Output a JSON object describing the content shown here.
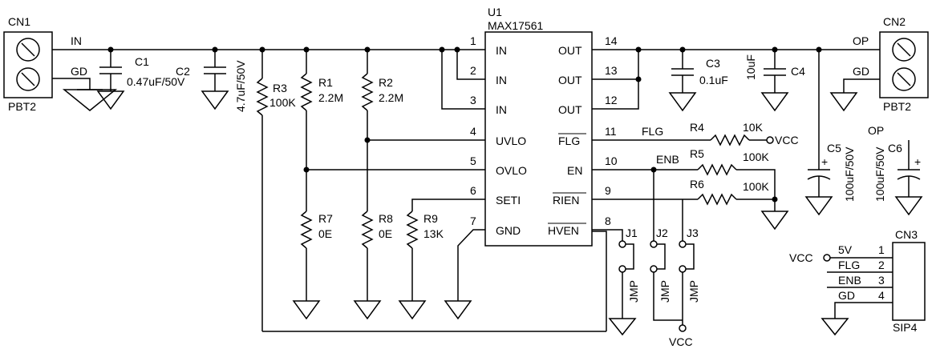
{
  "ic": {
    "ref": "U1",
    "part": "MAX17561",
    "left_pins": [
      {
        "num": "1",
        "name": "IN"
      },
      {
        "num": "2",
        "name": "IN"
      },
      {
        "num": "3",
        "name": "IN"
      },
      {
        "num": "4",
        "name": "UVLO"
      },
      {
        "num": "5",
        "name": "OVLO"
      },
      {
        "num": "6",
        "name": "SETI"
      },
      {
        "num": "7",
        "name": "GND"
      }
    ],
    "right_pins": [
      {
        "num": "14",
        "name": "OUT"
      },
      {
        "num": "13",
        "name": "OUT"
      },
      {
        "num": "12",
        "name": "OUT"
      },
      {
        "num": "11",
        "name": "FLG"
      },
      {
        "num": "10",
        "name": "EN"
      },
      {
        "num": "9",
        "name": "RIEN"
      },
      {
        "num": "8",
        "name": "HVEN"
      }
    ]
  },
  "connectors": {
    "cn1": {
      "ref": "CN1",
      "type": "PBT2",
      "pin_in": "IN",
      "pin_gd": "GD"
    },
    "cn2": {
      "ref": "CN2",
      "type": "PBT2",
      "pin_op": "OP",
      "pin_gd": "GD"
    },
    "cn3": {
      "ref": "CN3",
      "type": "SIP4",
      "vcc": "VCC",
      "pins": [
        {
          "num": "1",
          "name": "5V"
        },
        {
          "num": "2",
          "name": "FLG"
        },
        {
          "num": "3",
          "name": "ENB"
        },
        {
          "num": "4",
          "name": "GD"
        }
      ]
    }
  },
  "capacitors": {
    "c1": {
      "ref": "C1",
      "value": "0.47uF/50V"
    },
    "c2": {
      "ref": "C2",
      "value": "4.7uF/50V"
    },
    "c3": {
      "ref": "C3",
      "value": "0.1uF"
    },
    "c4": {
      "ref": "C4",
      "value": "10uF"
    },
    "c5": {
      "ref": "C5",
      "value": "100uF/50V"
    },
    "c6": {
      "ref": "C6",
      "value": "100uF/50V"
    }
  },
  "resistors": {
    "r1": {
      "ref": "R1",
      "value": "2.2M"
    },
    "r2": {
      "ref": "R2",
      "value": "2.2M"
    },
    "r3": {
      "ref": "R3",
      "value": "100K"
    },
    "r4": {
      "ref": "R4",
      "value": "10K"
    },
    "r5": {
      "ref": "R5",
      "value": "100K"
    },
    "r6": {
      "ref": "R6",
      "value": "100K"
    },
    "r7": {
      "ref": "R7",
      "value": "0E"
    },
    "r8": {
      "ref": "R8",
      "value": "0E"
    },
    "r9": {
      "ref": "R9",
      "value": "13K"
    }
  },
  "jumpers": {
    "j1": {
      "ref": "J1",
      "type": "JMP"
    },
    "j2": {
      "ref": "J2",
      "type": "JMP"
    },
    "j3": {
      "ref": "J3",
      "type": "JMP"
    }
  },
  "nets": {
    "flg": "FLG",
    "enb": "ENB",
    "vcc_r4": "VCC",
    "vcc_bottom": "VCC",
    "op_caps": "OP",
    "plus": "+"
  }
}
